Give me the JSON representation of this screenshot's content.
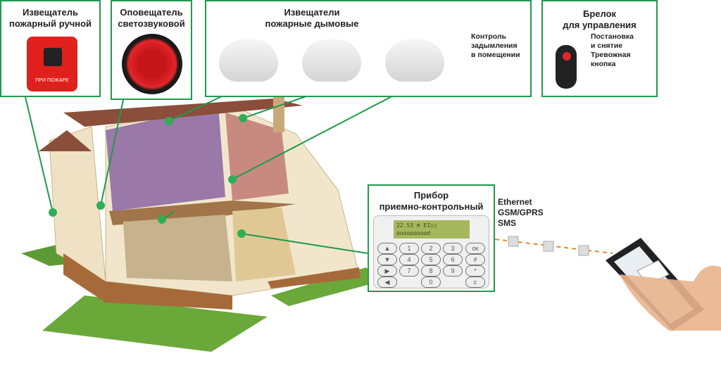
{
  "manual_call_point": {
    "title_line1": "Извещатель",
    "title_line2": "пожарный ручной",
    "device_label": "ПРИ ПОЖАРЕ"
  },
  "sounder": {
    "title_line1": "Оповещатель",
    "title_line2": "светозвуковой"
  },
  "smoke_detectors": {
    "title_line1": "Извещатели",
    "title_line2": "пожарные дымовые",
    "note_line1": "Контроль",
    "note_line2": "задымления",
    "note_line3": "в помещении"
  },
  "key_fob": {
    "title_line1": "Брелок",
    "title_line2": "для управления",
    "note_line1": "Постановка",
    "note_line2": "и снятие",
    "note_line3": "Тревожная",
    "note_line4": "кнопка"
  },
  "control_panel": {
    "title_line1": "Прибор",
    "title_line2": "приемно-контрольный",
    "display_line1": "22.53 ⍝      EI▯▯",
    "display_line2": "ɑɑɑɑɑɑɑɑɑd",
    "keys": [
      "▲",
      "1",
      "2",
      "3",
      "ок",
      "▼",
      "4",
      "5",
      "6",
      "#",
      "▶",
      "7",
      "8",
      "9",
      "*",
      "◀",
      "0",
      "c"
    ]
  },
  "channels": {
    "line1": "Ethernet",
    "line2": "GSM/GPRS",
    "line3": "SMS"
  },
  "colors": {
    "accent": "#1f9a4e",
    "link": "#e08a2a"
  }
}
